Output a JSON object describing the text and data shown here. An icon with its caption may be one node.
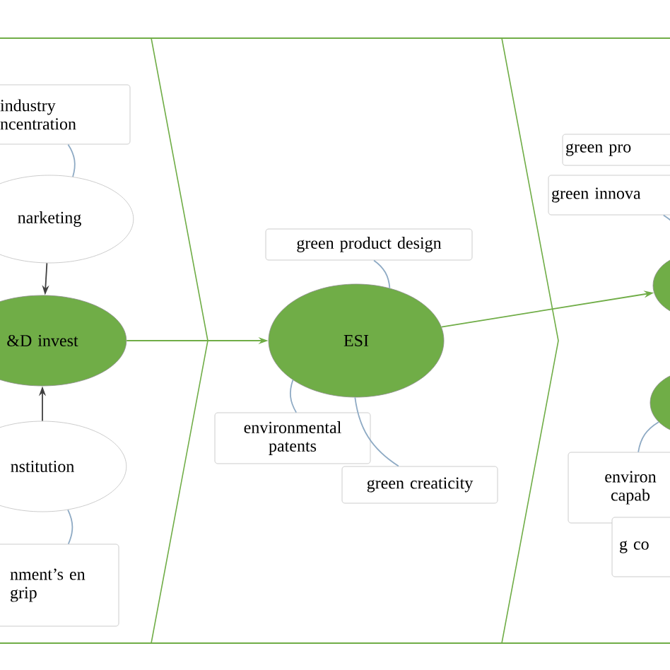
{
  "diagram": {
    "nodes": [
      {
        "text": [
          "industry ncentration"
        ]
      },
      {
        "text": [
          "narketing"
        ]
      },
      {
        "text": [
          "&D invest"
        ]
      },
      {
        "text": [
          "nstitution"
        ]
      },
      {
        "text": [
          "nment’s en grip"
        ]
      },
      {
        "text": [
          "green product design"
        ]
      },
      {
        "text": [
          "ESI"
        ]
      },
      {
        "text": [
          "environmental patents"
        ]
      },
      {
        "text": [
          "green creaticity"
        ]
      },
      {
        "text": [
          "green pro"
        ]
      },
      {
        "text": [
          "green innova"
        ]
      },
      {
        "text": [],
        "shape": "ellipse"
      },
      {
        "text": [],
        "shape": "ellipse"
      },
      {
        "text": [
          "environ capab"
        ]
      },
      {
        "text": [
          "g co"
        ]
      }
    ],
    "edges": [
      {
        "from": 1,
        "to": 2,
        "arrow": "to",
        "color": "#404040"
      },
      {
        "from": 3,
        "to": 2,
        "arrow": "to",
        "color": "#404040"
      },
      {
        "from": 2,
        "to": 6,
        "arrow": "to",
        "color": "#70ad47"
      },
      {
        "from": 6,
        "to": 11,
        "arrow": "to",
        "color": "#70ad47"
      },
      {
        "from": 0,
        "to": 1,
        "arrow": "none"
      },
      {
        "from": 3,
        "to": 4,
        "arrow": "none"
      },
      {
        "from": 5,
        "to": 6,
        "arrow": "none"
      },
      {
        "from": 7,
        "to": 6,
        "arrow": "none"
      },
      {
        "from": 8,
        "to": 6,
        "arrow": "none"
      },
      {
        "from": 10,
        "to": 11,
        "arrow": "none"
      },
      {
        "from": 13,
        "to": 12,
        "arrow": "none"
      }
    ]
  }
}
